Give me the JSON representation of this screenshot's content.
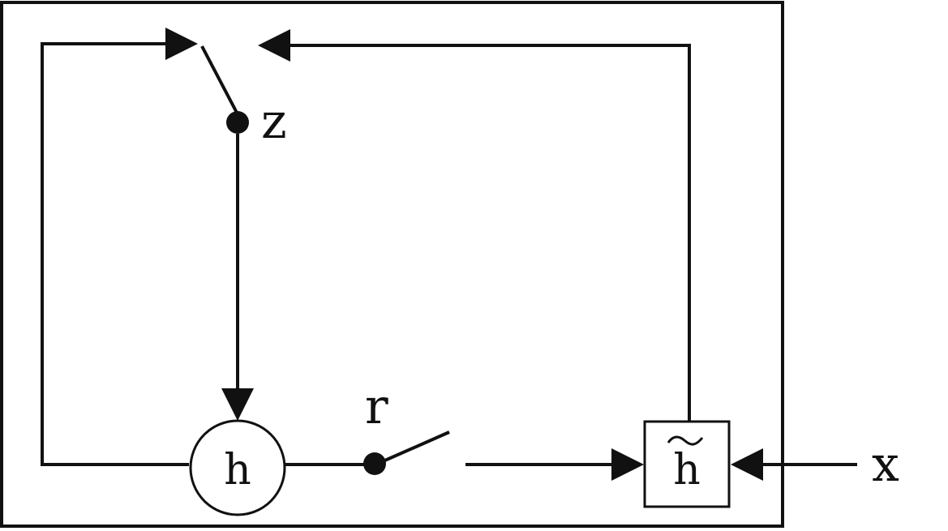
{
  "diagram": {
    "labels": {
      "update_gate": "z",
      "reset_gate": "r",
      "hidden_state": "h",
      "candidate_state": "h",
      "input": "x"
    },
    "colors": {
      "stroke": "#111111",
      "background": "#ffffff"
    }
  }
}
